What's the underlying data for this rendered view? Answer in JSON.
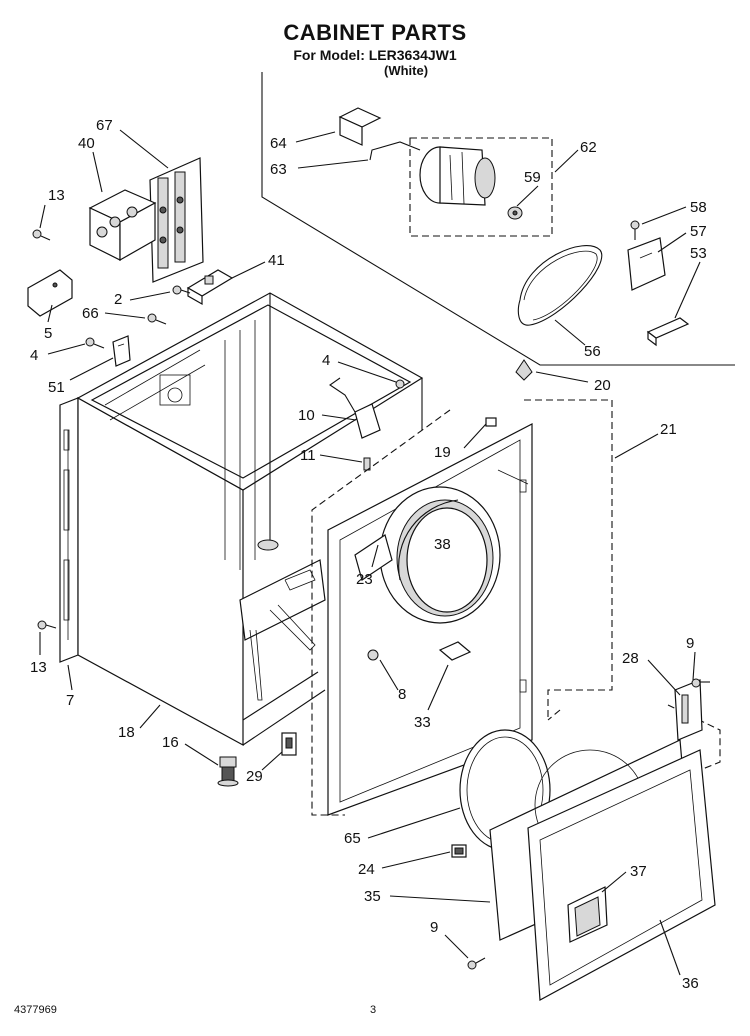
{
  "header": {
    "title": "CABINET PARTS",
    "model_line": "For Model: LER3634JW1",
    "color_line": "(White)"
  },
  "footer": {
    "doc_number": "4377969",
    "page_number": "3"
  },
  "callouts": [
    {
      "id": "67",
      "text": "67"
    },
    {
      "id": "40",
      "text": "40"
    },
    {
      "id": "13a",
      "text": "13"
    },
    {
      "id": "41",
      "text": "41"
    },
    {
      "id": "2",
      "text": "2"
    },
    {
      "id": "66",
      "text": "66"
    },
    {
      "id": "5",
      "text": "5"
    },
    {
      "id": "4a",
      "text": "4"
    },
    {
      "id": "51",
      "text": "51"
    },
    {
      "id": "64",
      "text": "64"
    },
    {
      "id": "63",
      "text": "63"
    },
    {
      "id": "59",
      "text": "59"
    },
    {
      "id": "62",
      "text": "62"
    },
    {
      "id": "58",
      "text": "58"
    },
    {
      "id": "57",
      "text": "57"
    },
    {
      "id": "53",
      "text": "53"
    },
    {
      "id": "56",
      "text": "56"
    },
    {
      "id": "4b",
      "text": "4"
    },
    {
      "id": "20",
      "text": "20"
    },
    {
      "id": "10",
      "text": "10"
    },
    {
      "id": "19",
      "text": "19"
    },
    {
      "id": "21",
      "text": "21"
    },
    {
      "id": "11",
      "text": "11"
    },
    {
      "id": "38",
      "text": "38"
    },
    {
      "id": "23",
      "text": "23"
    },
    {
      "id": "9a",
      "text": "9"
    },
    {
      "id": "28",
      "text": "28"
    },
    {
      "id": "13b",
      "text": "13"
    },
    {
      "id": "7",
      "text": "7"
    },
    {
      "id": "8",
      "text": "8"
    },
    {
      "id": "33",
      "text": "33"
    },
    {
      "id": "18",
      "text": "18"
    },
    {
      "id": "16",
      "text": "16"
    },
    {
      "id": "29",
      "text": "29"
    },
    {
      "id": "65",
      "text": "65"
    },
    {
      "id": "24",
      "text": "24"
    },
    {
      "id": "37",
      "text": "37"
    },
    {
      "id": "35",
      "text": "35"
    },
    {
      "id": "9b",
      "text": "9"
    },
    {
      "id": "36",
      "text": "36"
    }
  ]
}
